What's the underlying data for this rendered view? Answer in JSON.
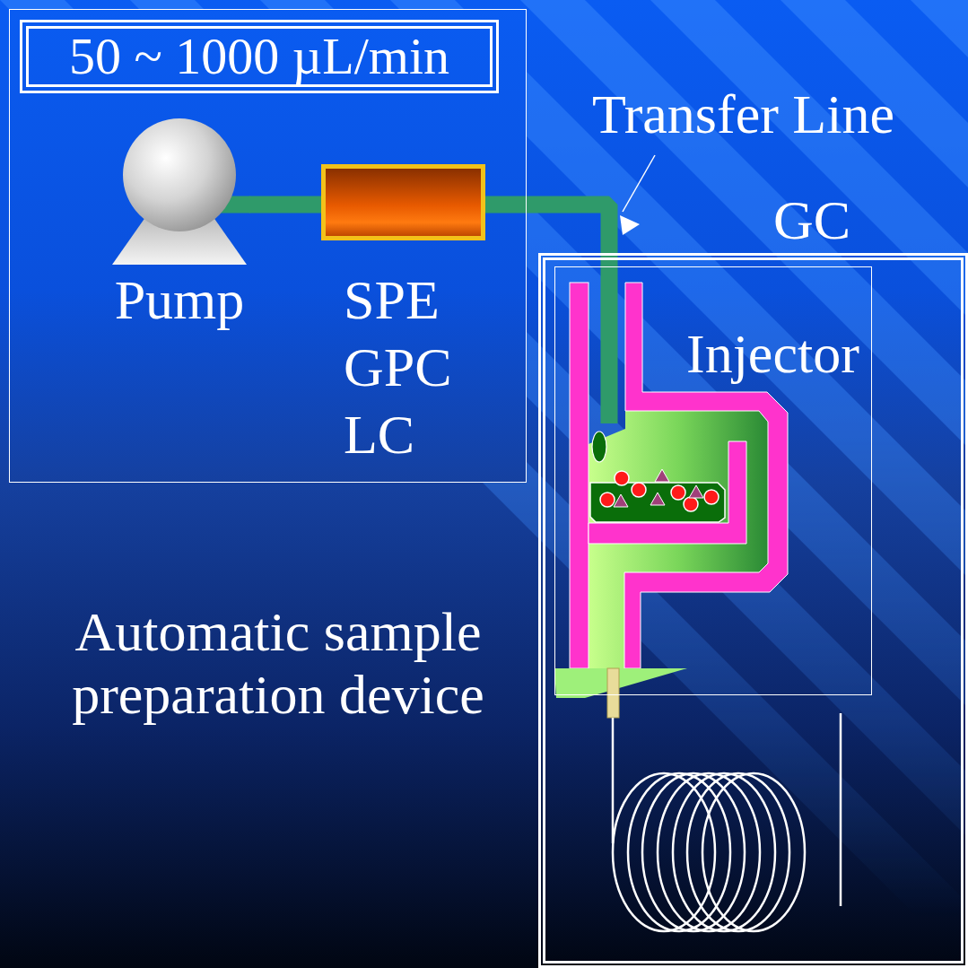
{
  "diagram": {
    "nodes": [
      {
        "text": [
          "Automatic sample preparation device"
        ]
      },
      {
        "text": [
          "50 ~ 1000 µL/min"
        ],
        "in": 0
      },
      {
        "text": [
          "Pump"
        ],
        "in": 0
      },
      {
        "text": [
          "SPE",
          "GPC",
          "LC"
        ],
        "in": 0
      },
      {
        "text": [
          "GC"
        ]
      },
      {
        "text": [
          "Injector"
        ],
        "in": 4
      }
    ],
    "edges": [
      {
        "from": 2,
        "to": 3,
        "arrow": "none"
      },
      {
        "from": 3,
        "to": 5,
        "arrow": "none"
      }
    ],
    "labels": [
      "Transfer Line"
    ]
  }
}
